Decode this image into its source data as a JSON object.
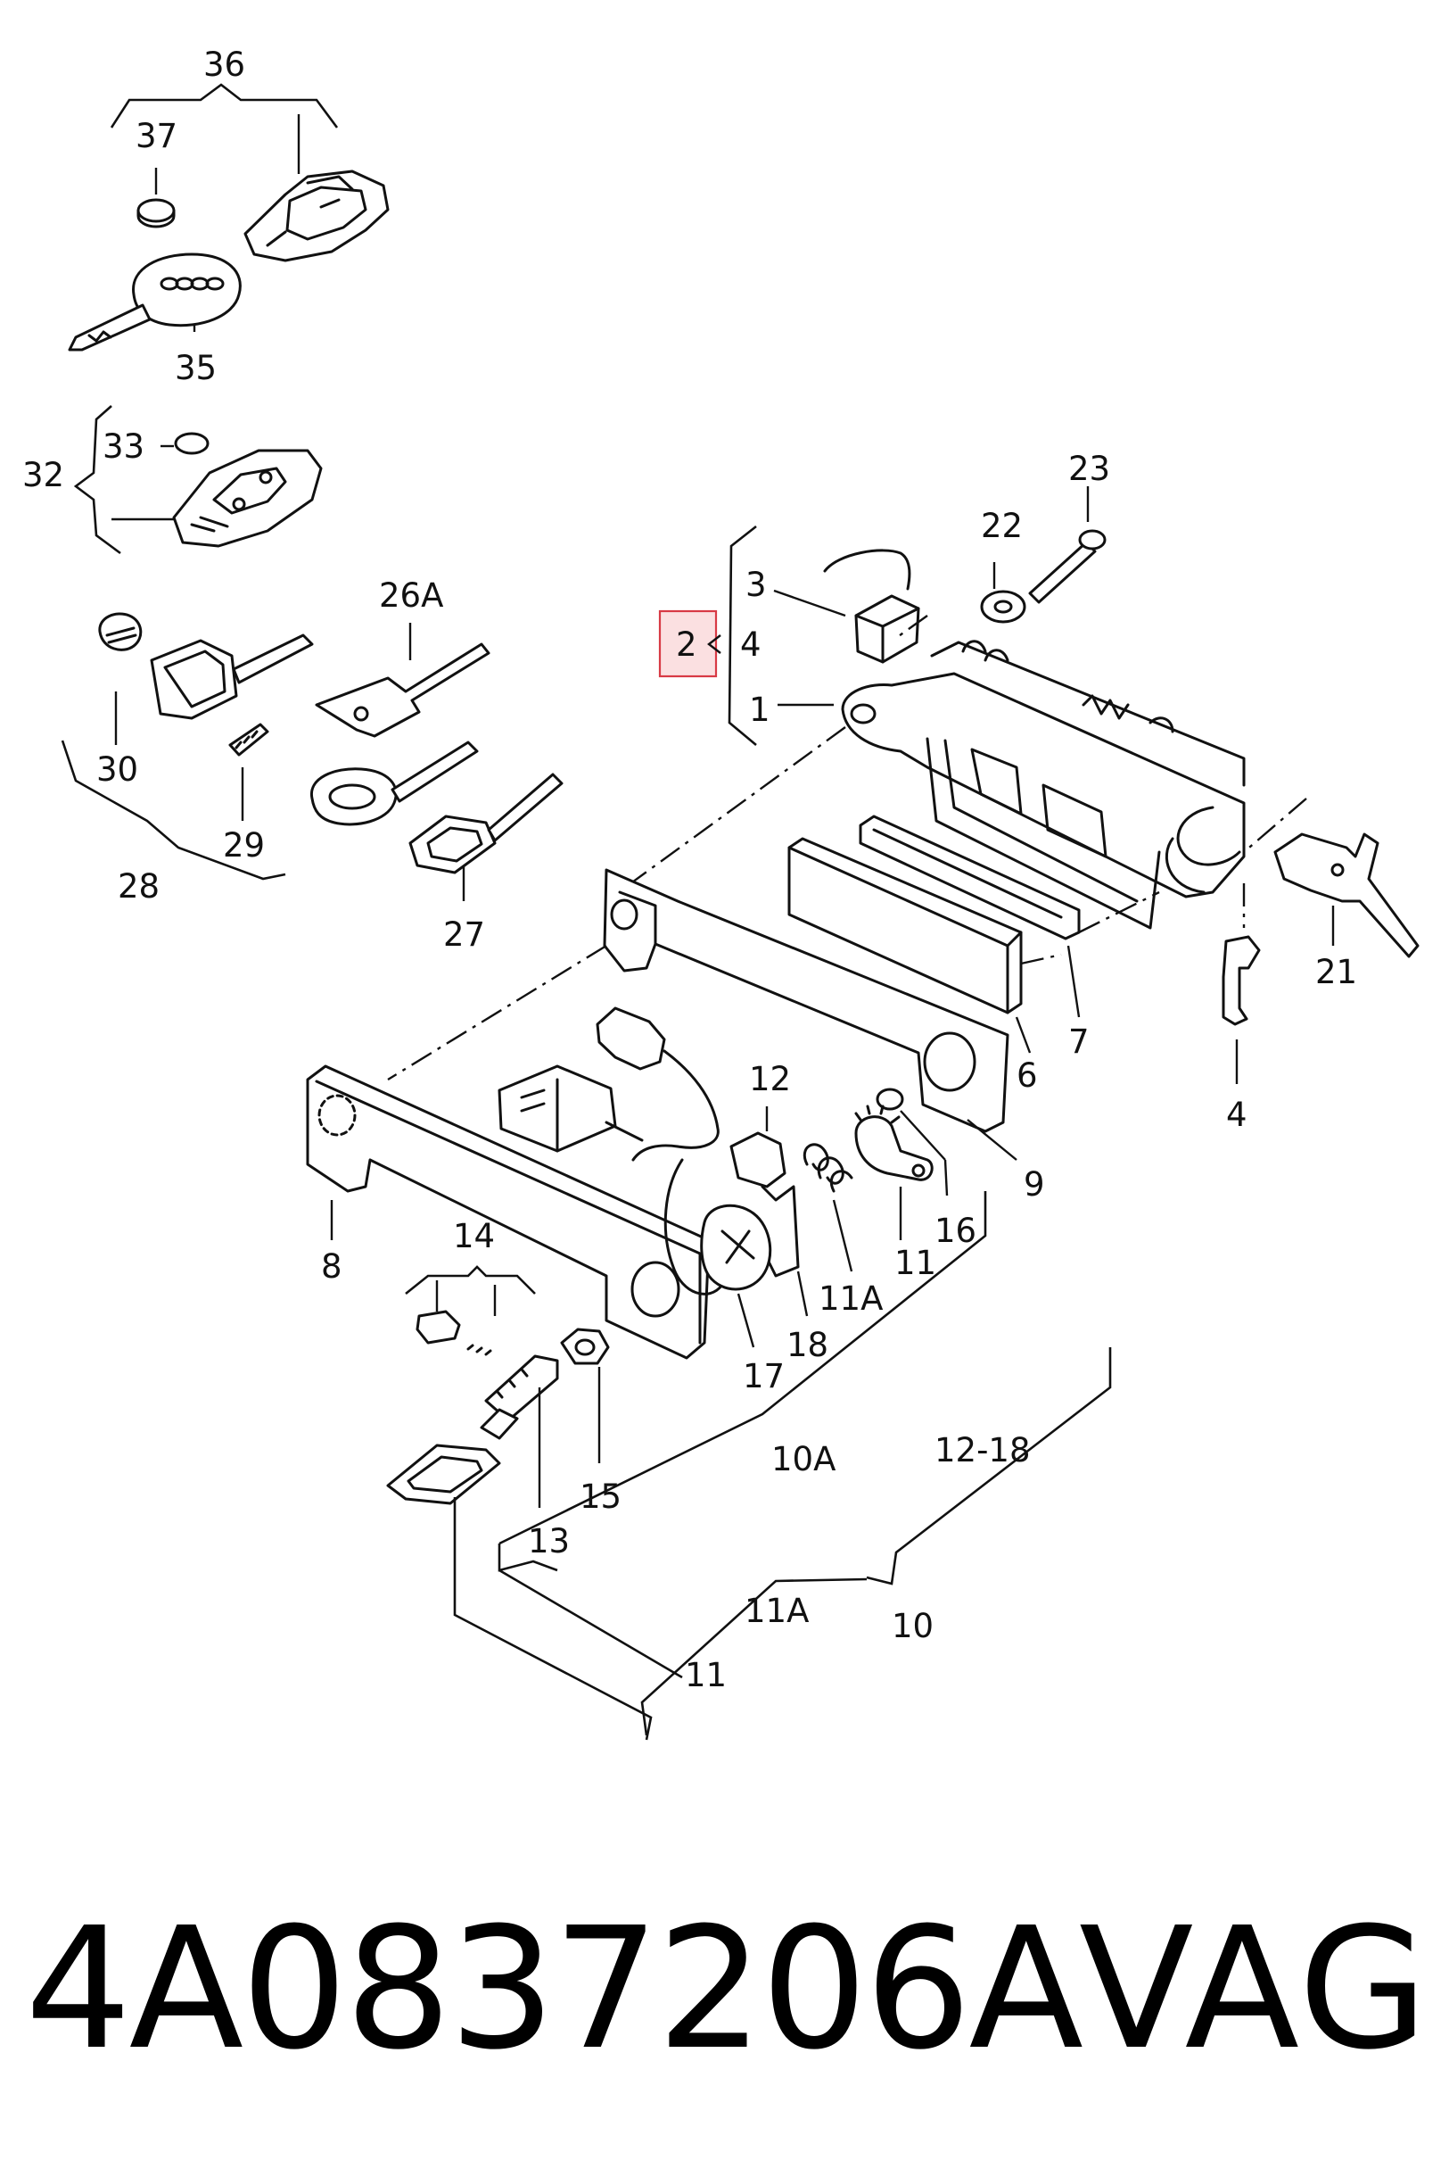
{
  "callouts": {
    "c36": "36",
    "c37": "37",
    "c35": "35",
    "c33": "33",
    "c32": "32",
    "c26A": "26A",
    "c30": "30",
    "c29": "29",
    "c28": "28",
    "c27": "27",
    "c23": "23",
    "c22": "22",
    "c3": "3",
    "c2": "2",
    "c4a": "4",
    "c1": "1",
    "c21": "21",
    "c4b": "4",
    "c7": "7",
    "c6": "6",
    "c9": "9",
    "c12": "12",
    "c16": "16",
    "c11A": "11A",
    "c11": "11",
    "c18": "18",
    "c8": "8",
    "c14": "14",
    "c17": "17",
    "c15": "15",
    "c10A": "10A",
    "c12-18": "12-18",
    "c13": "13",
    "c11Ab": "11A",
    "c10": "10",
    "c11b": "11"
  },
  "highlight": {
    "label": "2",
    "color": "#d83a45"
  },
  "footer": {
    "part_number": "4A0837206A",
    "brand": "VAG"
  }
}
